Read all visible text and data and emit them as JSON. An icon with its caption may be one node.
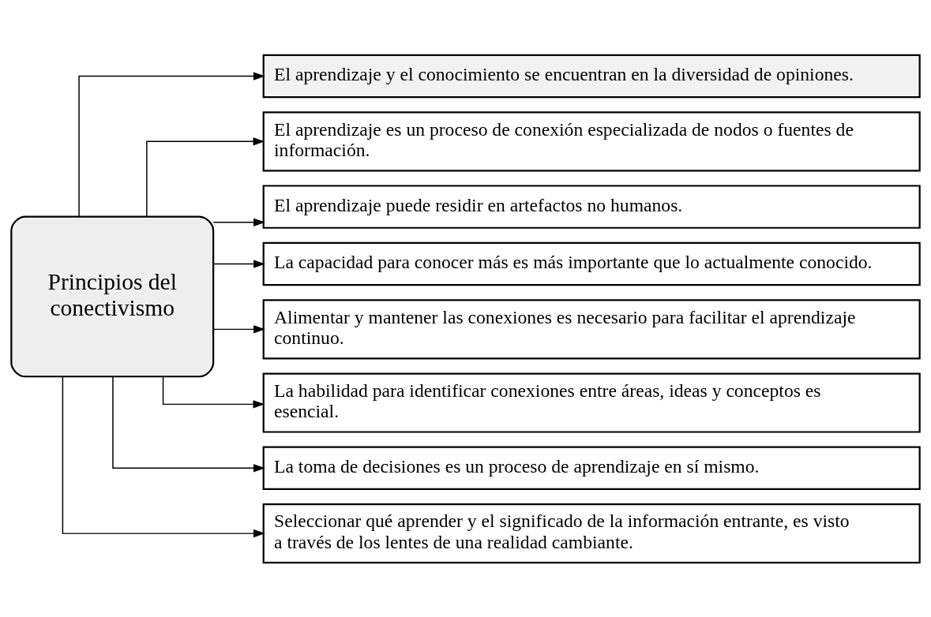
{
  "diagram": {
    "nodes": [
      {
        "text": [
          "Principios del conectivismo"
        ]
      },
      {
        "text": [
          "El aprendizaje y el conocimiento se encuentran en la diversidad de opiniones."
        ]
      },
      {
        "text": [
          "El aprendizaje es un proceso de conexión especializada de nodos o fuentes de información."
        ]
      },
      {
        "text": [
          "El aprendizaje puede residir en artefactos no humanos."
        ]
      },
      {
        "text": [
          "La capacidad para conocer más es más importante que lo actualmente conocido."
        ]
      },
      {
        "text": [
          "Alimentar y mantener las conexiones es necesario para facilitar el aprendizaje continuo."
        ]
      },
      {
        "text": [
          "La habilidad para identificar conexiones entre áreas, ideas y conceptos es esencial."
        ]
      },
      {
        "text": [
          "La toma de decisiones es un proceso de aprendizaje en sí mismo."
        ]
      },
      {
        "text": [
          "Seleccionar qué aprender y el significado de la información entrante, es visto a través de los lentes de una realidad cambiante."
        ]
      }
    ],
    "edges": [
      {
        "from": 0,
        "to": 1,
        "arrow": "to"
      },
      {
        "from": 0,
        "to": 2,
        "arrow": "to"
      },
      {
        "from": 0,
        "to": 3,
        "arrow": "to"
      },
      {
        "from": 0,
        "to": 4,
        "arrow": "to"
      },
      {
        "from": 0,
        "to": 5,
        "arrow": "to"
      },
      {
        "from": 0,
        "to": 6,
        "arrow": "to"
      },
      {
        "from": 0,
        "to": 7,
        "arrow": "to"
      },
      {
        "from": 0,
        "to": 8,
        "arrow": "to"
      }
    ]
  }
}
